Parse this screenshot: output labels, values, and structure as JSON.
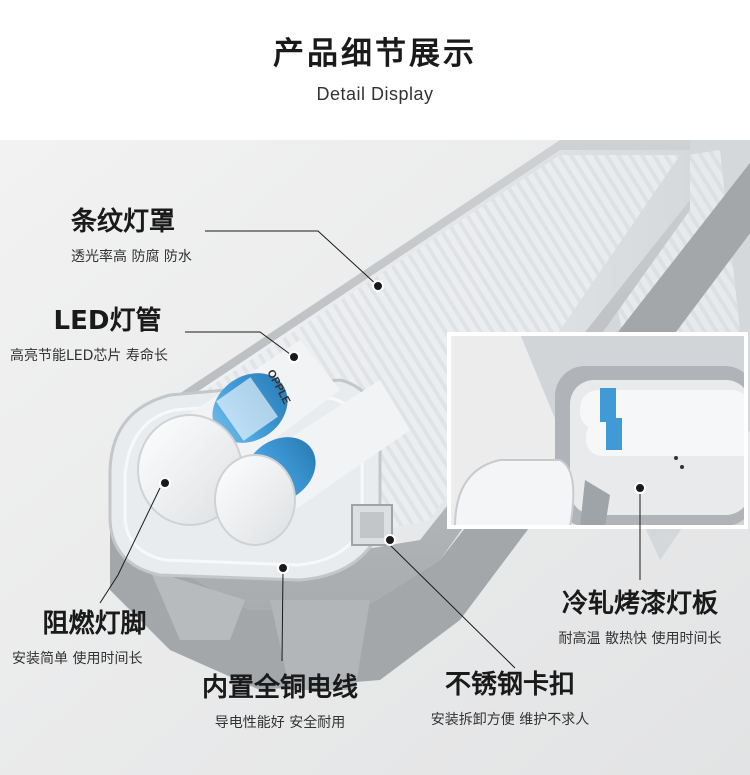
{
  "header": {
    "title": "产品细节展示",
    "subtitle": "Detail Display"
  },
  "features": [
    {
      "title": "条纹灯罩",
      "desc": "透光率高 防腐 防水"
    },
    {
      "title": "LED灯管",
      "desc": "高亮节能LED芯片 寿命长"
    },
    {
      "title": "阻燃灯脚",
      "desc": "安装简单 使用时间长"
    },
    {
      "title": "内置全铜电线",
      "desc": "导电性能好 安全耐用"
    },
    {
      "title": "不锈钢卡扣",
      "desc": "安装拆卸方便 维护不求人"
    },
    {
      "title": "冷轧烤漆灯板",
      "desc": "耐高温 散热快 使用时间长"
    }
  ],
  "brand": {
    "logo": "OPPLE"
  },
  "colors": {
    "tube_cap_blue": "#3f9ad6",
    "housing_gray": "#c8cacc",
    "background": "#e9eaeb"
  }
}
